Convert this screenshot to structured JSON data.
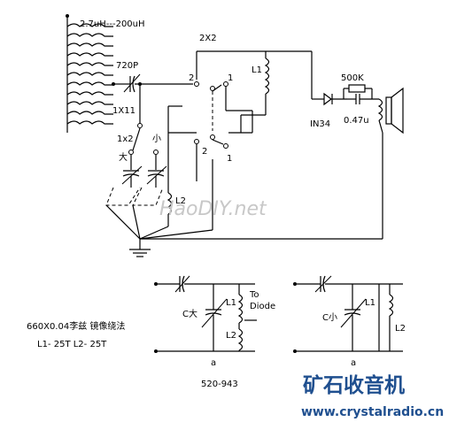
{
  "schematic": {
    "labels": {
      "inductance_range": "2.7uH---200uH",
      "cap_720p": "720P",
      "switch_1x11": "1X11",
      "switch_2x2": "2X2",
      "coil_l1": "L1",
      "coil_l2": "L2",
      "pot_500k": "500K",
      "diode_in34": "IN34",
      "cap_047": "0.47u",
      "switch_1x2": "1x2",
      "big": "大",
      "small": "小",
      "pin1": "1",
      "pin2": "2",
      "pin1_lower": "1",
      "pin2_lower": "2"
    },
    "watermark": "HaoDIY.net"
  },
  "sub_circuit_left": {
    "cap_label": "C大",
    "l1": "L1",
    "l2": "L2",
    "to_label": "To",
    "diode_label": "Diode",
    "node": "a",
    "range": "520-943"
  },
  "sub_circuit_right": {
    "cap_label": "C小",
    "l1": "L1",
    "l2": "L2",
    "node": "a"
  },
  "notes": {
    "wire_spec": "660X0.04李兹 镜像绕法",
    "turns": "L1- 25T  L2- 25T"
  },
  "brand": {
    "title": "矿石收音机",
    "url": "www.crystalradio.cn"
  }
}
